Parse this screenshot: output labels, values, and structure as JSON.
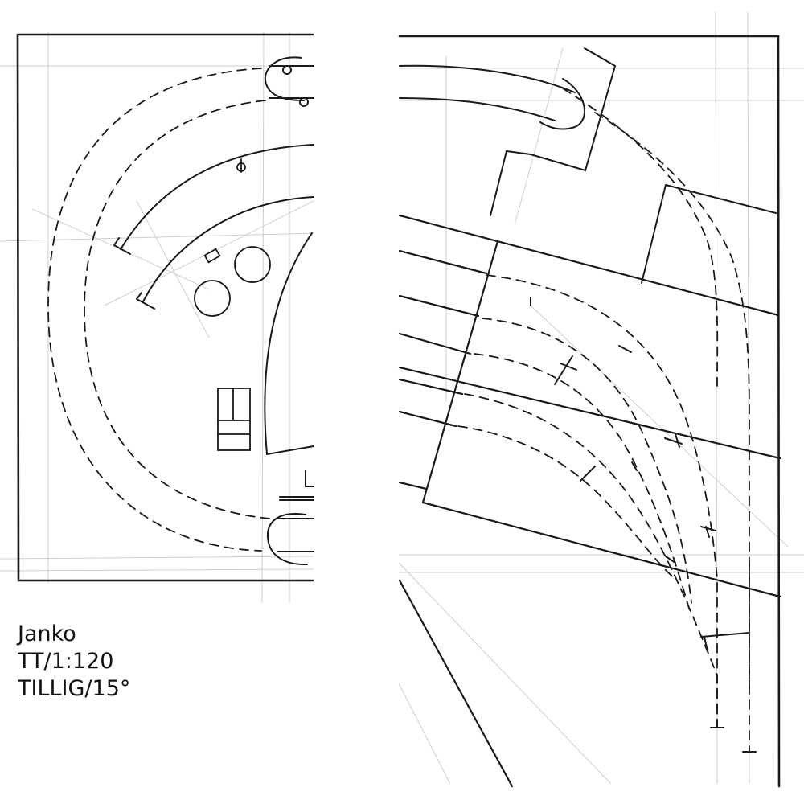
{
  "caption": {
    "author": "Janko",
    "scale": "TT/1:120",
    "track_system": "TILLIG/15°"
  },
  "colors": {
    "ink": "#1a1a1a",
    "guide": "#c9ced6",
    "paper": "#ffffff"
  },
  "panels": [
    "left-track-plan-sketch",
    "right-track-plan-sketch"
  ]
}
